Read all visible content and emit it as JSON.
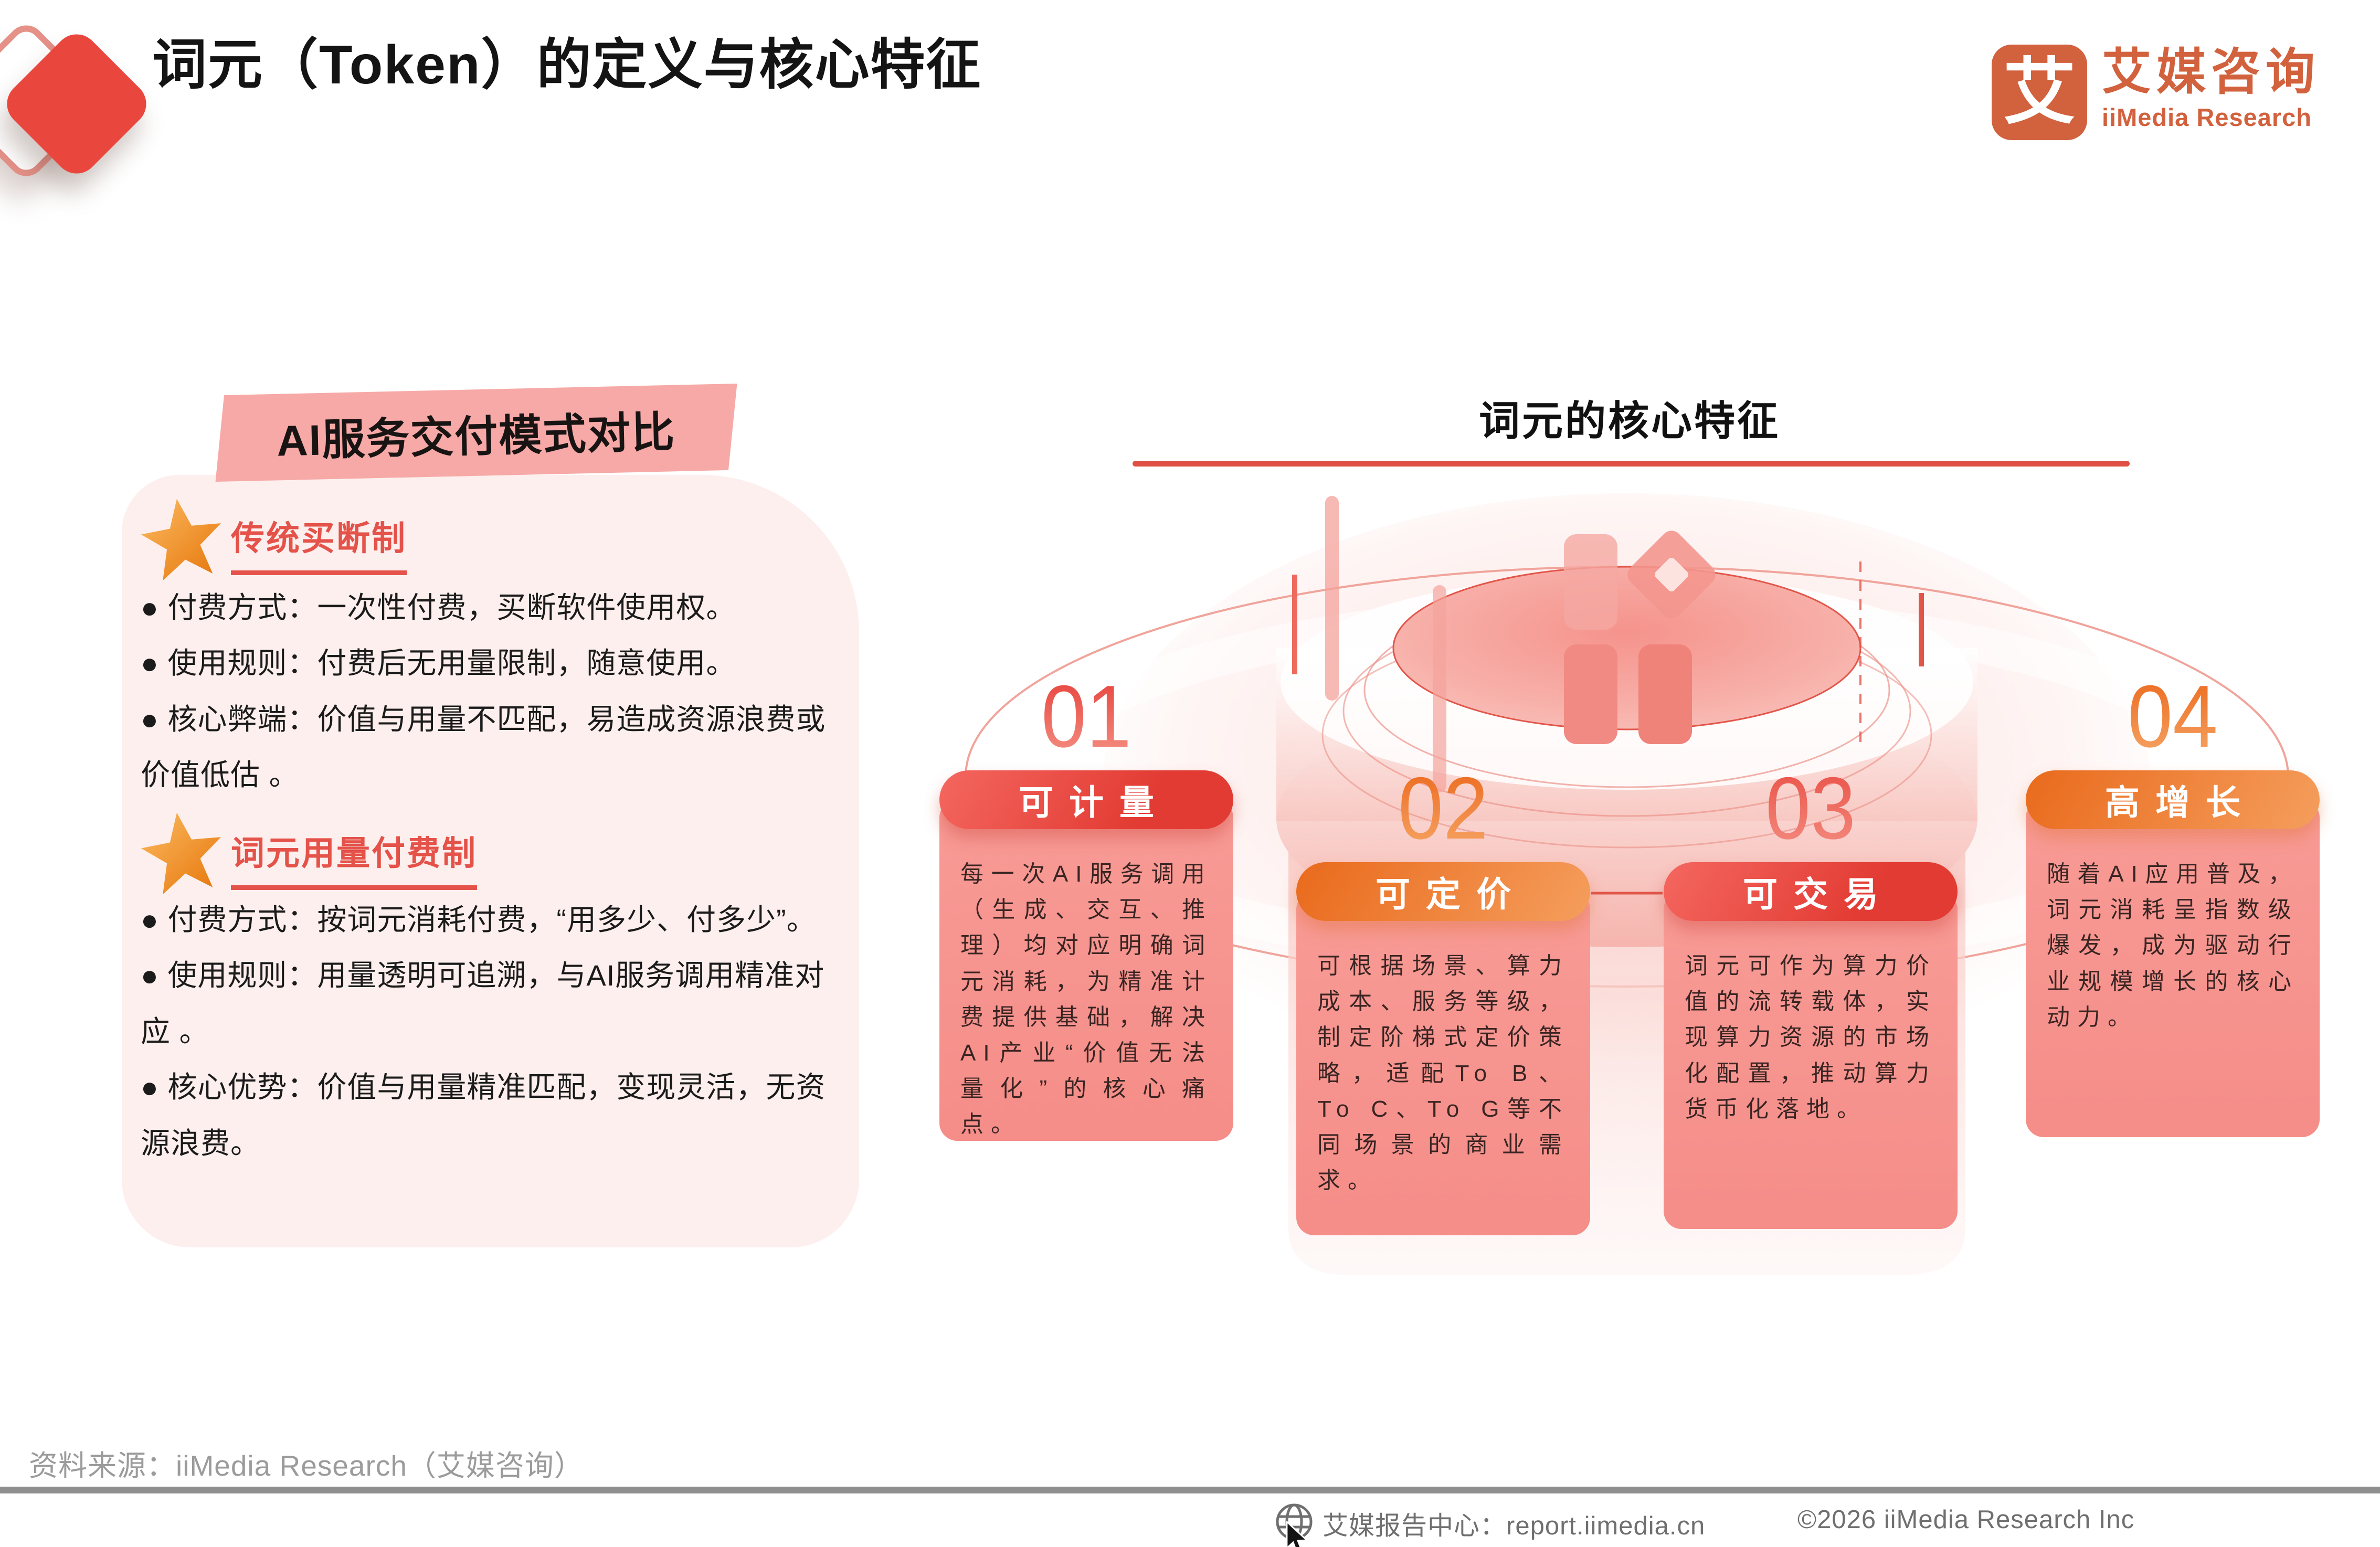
{
  "header": {
    "title": "词元（Token）的定义与核心特征",
    "logo": {
      "glyph": "艾",
      "name_cn": "艾媒咨询",
      "name_en": "iiMedia Research"
    }
  },
  "left_panel": {
    "header": "AI服务交付模式对比",
    "sections": [
      {
        "title": "传统买断制",
        "bullets": [
          "● 付费方式：一次性付费，买断软件使用权。",
          "● 使用规则：付费后无用量限制，随意使用。",
          "● 核心弊端：价值与用量不匹配，易造成资源浪费或价值低估 。"
        ]
      },
      {
        "title": "词元用量付费制",
        "bullets": [
          "● 付费方式：按词元消耗付费，“用多少、付多少”。",
          "● 使用规则：用量透明可追溯，与AI服务调用精准对应 。",
          "● 核心优势：价值与用量精准匹配，变现灵活，无资源浪费。"
        ]
      }
    ]
  },
  "right_panel": {
    "title": "词元的核心特征",
    "features": [
      {
        "number": "01",
        "label": "可计量",
        "text": "每一次AI服务调用（生成、交互、推理）均对应明确词元消耗，为精准计费提供基础，解决AI产业“价值无法量化”的核心痛点。"
      },
      {
        "number": "02",
        "label": "可定价",
        "text": "可根据场景、算力成本、服务等级，制定阶梯式定价策略，适配To B、To C、To G等不同场景的商业需求。"
      },
      {
        "number": "03",
        "label": "可交易",
        "text": "词元可作为算力价值的流转载体，实现算力资源的市场化配置，推动算力货币化落地。"
      },
      {
        "number": "04",
        "label": "高增长",
        "text": "随着AI应用普及，词元消耗呈指数级爆发，成为驱动行业规模增长的核心动力。"
      }
    ]
  },
  "footer": {
    "source": "资料来源：iiMedia Research（艾媒咨询）",
    "report_center": "艾媒报告中心：report.iimedia.cn",
    "copyright": "©2026  iiMedia Research  Inc"
  },
  "colors": {
    "accent_red": "#E2564A",
    "header_pink": "#F6A9A6",
    "panel_pink": "#FCEFED",
    "card_pink": "#F7928E",
    "pill_red": "#E8433C",
    "pill_orange": "#ED6E21",
    "brand_orange": "#D2613D",
    "star_orange": "#EF8F2B"
  }
}
